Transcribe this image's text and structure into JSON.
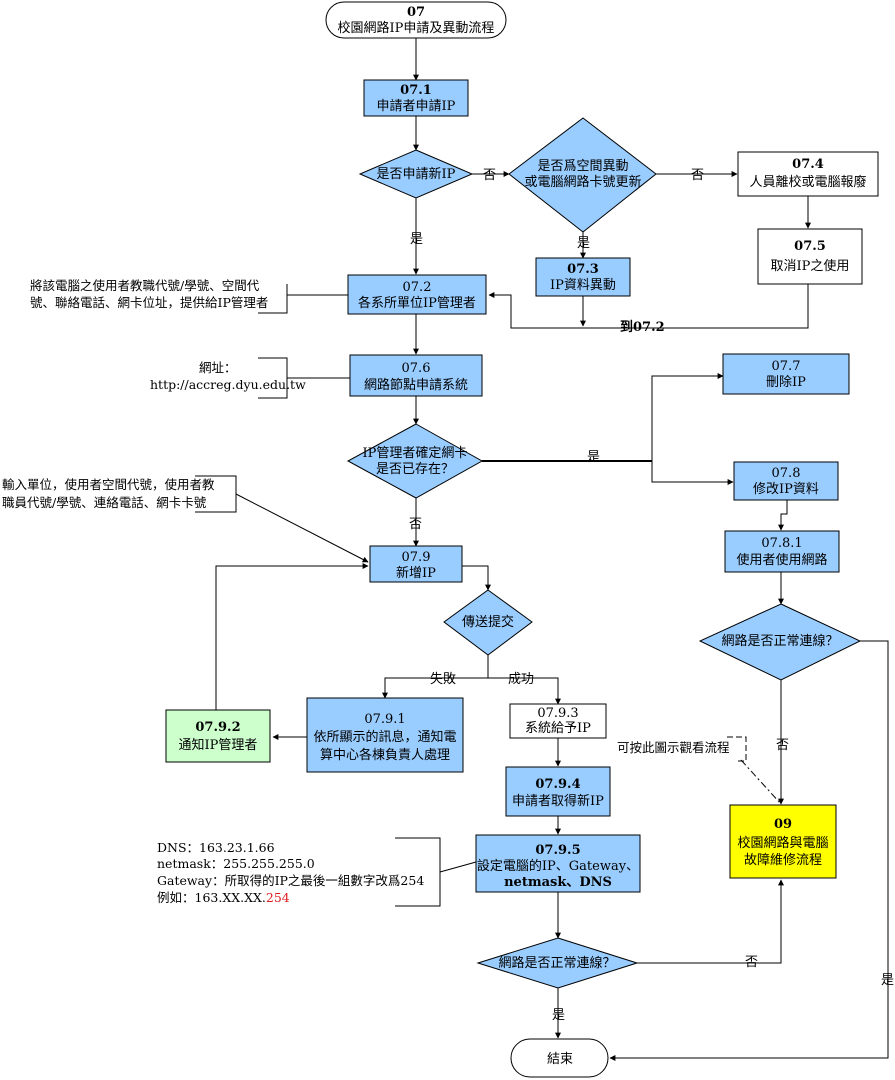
{
  "nodes": {
    "start": {
      "id": "07",
      "label": "校園網路IP申請及異動流程"
    },
    "n071": {
      "id": "07.1",
      "label": "申請者申請IP"
    },
    "d_new_ip": {
      "label": "是否申請新IP"
    },
    "d_space": {
      "line1": "是否爲空間異動",
      "line2": "或電腦網路卡號更新"
    },
    "n074": {
      "id": "07.4",
      "label": "人員離校或電腦報廢"
    },
    "n075": {
      "id": "07.5",
      "label": "取消IP之使用"
    },
    "n073": {
      "id": "07.3",
      "label": "IP資料異動"
    },
    "n072": {
      "id": "07.2",
      "label": "各系所單位IP管理者"
    },
    "n076": {
      "id": "07.6",
      "label": "網路節點申請系統"
    },
    "d_nic": {
      "line1": "IP管理者確定網卡",
      "line2": "是否已存在？"
    },
    "n077": {
      "id": "07.7",
      "label": "刪除IP"
    },
    "n078": {
      "id": "07.8",
      "label": "修改IP資料"
    },
    "n0781": {
      "id": "07.8.1",
      "label": "使用者使用網路"
    },
    "d_net1": {
      "label": "網路是否正常連線？"
    },
    "n079": {
      "id": "07.9",
      "label": "新增IP"
    },
    "d_submit": {
      "label": "傳送提交"
    },
    "n0791": {
      "id": "07.9.1",
      "line1": "依所顯示的訊息，通知電",
      "line2": "算中心各棟負責人處理"
    },
    "n0792": {
      "id": "07.9.2",
      "label": "通知IP管理者"
    },
    "n0793": {
      "id": "07.9.3",
      "label": "系統給予IP"
    },
    "n0794": {
      "id": "07.9.4",
      "label": "申請者取得新IP"
    },
    "n0795": {
      "id": "07.9.5",
      "line1": "設定電腦的IP、Gateway、",
      "line2": "netmask、DNS"
    },
    "n09": {
      "id": "09",
      "line1": "校園網路與電腦",
      "line2": "故障維修流程"
    },
    "d_net2": {
      "label": "網路是否正常連線？"
    },
    "end": {
      "label": "結束"
    }
  },
  "edge_labels": {
    "no_1": "否",
    "no_2": "否",
    "yes_1": "是",
    "yes_2": "是",
    "to_072": "到07.2",
    "yes_3": "是",
    "no_3": "否",
    "fail": "失敗",
    "success": "成功",
    "no_4": "否",
    "yes_4": "是",
    "no_5": "否",
    "yes_5": "是"
  },
  "annotations": {
    "a072": {
      "line1": "將該電腦之使用者教職代號/學號、空間代",
      "line2": "號、聯絡電話、網卡位址，提供給IP管理者"
    },
    "a076": {
      "line1": "網址：",
      "line2": "http://accreg.dyu.edu.tw"
    },
    "a079": {
      "line1": "輸入單位，使用者空間代號，使用者教",
      "line2": "職員代號/學號、連絡電話、網卡卡號"
    },
    "a09": {
      "label": "可按此圖示觀看流程"
    },
    "a0795": {
      "line1": "DNS：163.23.1.66",
      "line2": "netmask：255.255.255.0",
      "line3": "Gateway：所取得的IP之最後一組數字改爲254",
      "line4_prefix": "例如：163.XX.XX.",
      "line4_suffix": "254"
    }
  },
  "colors": {
    "process_fill": "#99ccff",
    "process_alt_fill": "#ccffcc",
    "subprocess_fill": "#ffff00",
    "text_red": "#e02020"
  }
}
